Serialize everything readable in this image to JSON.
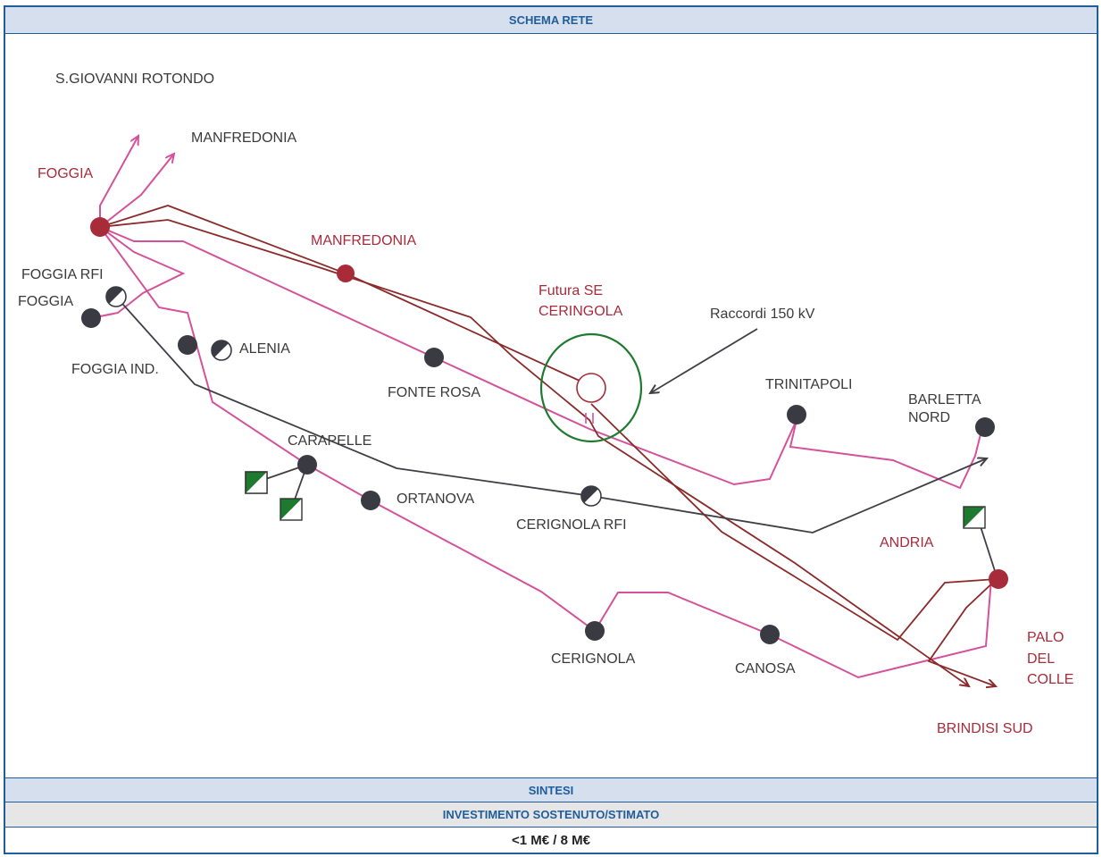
{
  "header": {
    "title": "SCHEMA RETE"
  },
  "colors": {
    "pink": "#d4529a",
    "darkred": "#8b2a2a",
    "gray": "#3f3f46",
    "green": "#1e7a2e",
    "blue": "#1f5d9c",
    "header_bg": "#d6dfee"
  },
  "labels": {
    "s_giovanni": "S.GIOVANNI ROTONDO",
    "manfredonia_top": "MANFREDONIA",
    "foggia_red": "FOGGIA",
    "manfredonia_red": "MANFREDONIA",
    "foggia_rfi": "FOGGIA RFI",
    "foggia": "FOGGIA",
    "alenia": "ALENIA",
    "foggia_ind": "FOGGIA IND.",
    "fonte_rosa": "FONTE ROSA",
    "futura_se_1": "Futura SE",
    "futura_se_2": "CERINGOLA",
    "raccordi": "Raccordi 150 kV",
    "trinitapoli": "TRINITAPOLI",
    "barletta_1": "BARLETTA",
    "barletta_2": "NORD",
    "carapelle": "CARAPELLE",
    "ortanova": "ORTANOVA",
    "cerignola_rfi": "CERIGNOLA RFI",
    "andria": "ANDRIA",
    "cerignola": "CERIGNOLA",
    "canosa": "CANOSA",
    "palo_1": "PALO",
    "palo_2": "DEL",
    "palo_3": "COLLE",
    "brindisi": "BRINDISI SUD"
  },
  "summary": {
    "sintesi": "SINTESI",
    "investimento_label": "INVESTIMENTO SOSTENUTO/STIMATO",
    "investimento_value": "<1 M€ / 8 M€"
  }
}
